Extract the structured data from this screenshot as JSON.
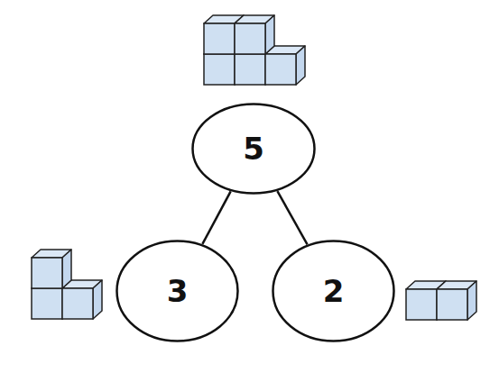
{
  "diagram": {
    "nodes": [
      {
        "text": [
          "5"
        ]
      },
      {
        "text": [
          "3"
        ]
      },
      {
        "text": [
          "2"
        ]
      }
    ],
    "edges": [
      {
        "from": 0,
        "to": 1,
        "arrow": "none"
      },
      {
        "from": 0,
        "to": 2,
        "arrow": "none"
      }
    ]
  }
}
